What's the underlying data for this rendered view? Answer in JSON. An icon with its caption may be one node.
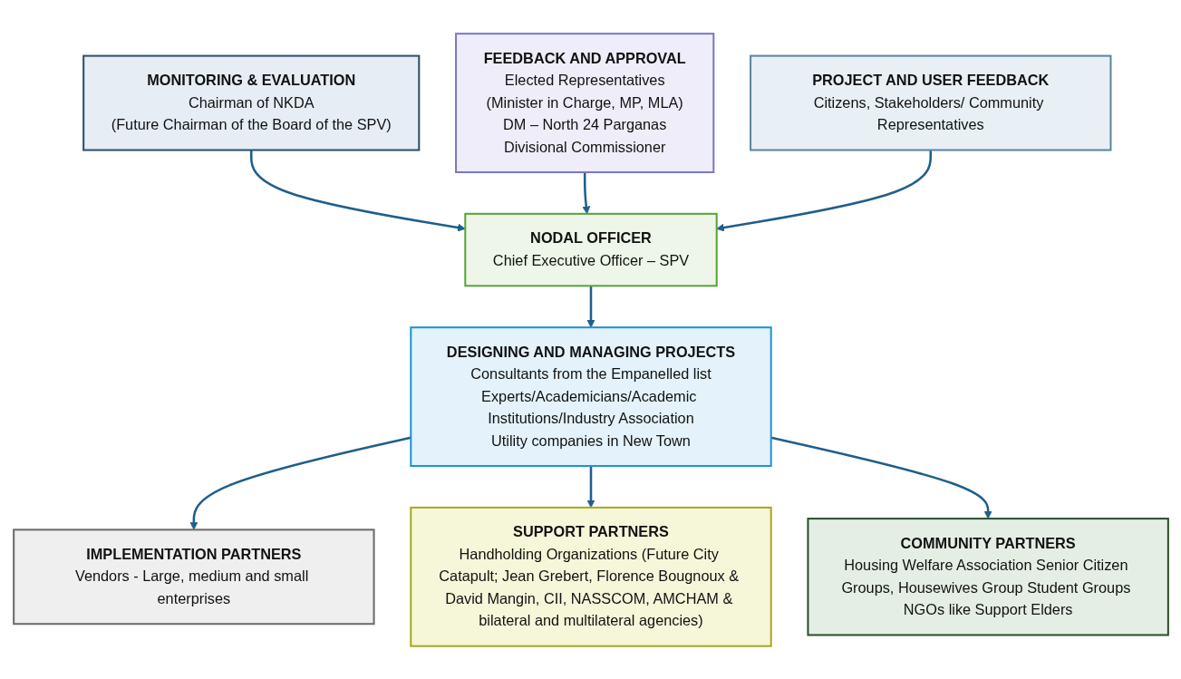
{
  "diagram": {
    "nodes": [
      {
        "text": [
          "MONITORING & EVALUATION",
          "Chairman of NKDA",
          "(Future Chairman of the Board of the SPV)"
        ]
      },
      {
        "text": [
          "FEEDBACK AND APPROVAL",
          "Elected Representatives",
          "(Minister in Charge, MP, MLA)",
          "DM – North 24 Parganas",
          "Divisional Commissioner"
        ]
      },
      {
        "text": [
          "NODAL OFFICER",
          "Chief Executive Officer – SPV"
        ]
      },
      {
        "text": [
          "PROJECT AND USER FEEDBACK",
          "Citizens, Stakeholders/ Community Representatives"
        ]
      },
      {
        "text": [
          "DESIGNING AND MANAGING PROJECTS",
          "Consultants from the Empanelled list",
          "Experts/Academicians/Academic Institutions/Industry Association",
          "Utility companies in New Town"
        ]
      },
      {
        "text": [
          "IMPLEMENTATION PARTNERS",
          "Vendors - Large, medium and small enterprises"
        ]
      },
      {
        "text": [
          "SUPPORT PARTNERS",
          "Handholding Organizations (Future City Catapult; Jean Grebert, Florence Bougnoux & David Mangin, CII, NASSCOM, AMCHAM & bilateral and multilateral agencies)"
        ]
      },
      {
        "text": [
          "COMMUNITY PARTNERS",
          "Housing Welfare Association Senior Citizen Groups, Housewives Group Student Groups NGOs like Support Elders"
        ]
      }
    ],
    "edges": [
      {
        "from": 0,
        "to": 2,
        "arrow": "to"
      },
      {
        "from": 1,
        "to": 2,
        "arrow": "to"
      },
      {
        "from": 3,
        "to": 2,
        "arrow": "to"
      },
      {
        "from": 2,
        "to": 4,
        "arrow": "to"
      },
      {
        "from": 4,
        "to": 5,
        "arrow": "to"
      },
      {
        "from": 4,
        "to": 6,
        "arrow": "to"
      },
      {
        "from": 4,
        "to": 7,
        "arrow": "to"
      }
    ]
  }
}
